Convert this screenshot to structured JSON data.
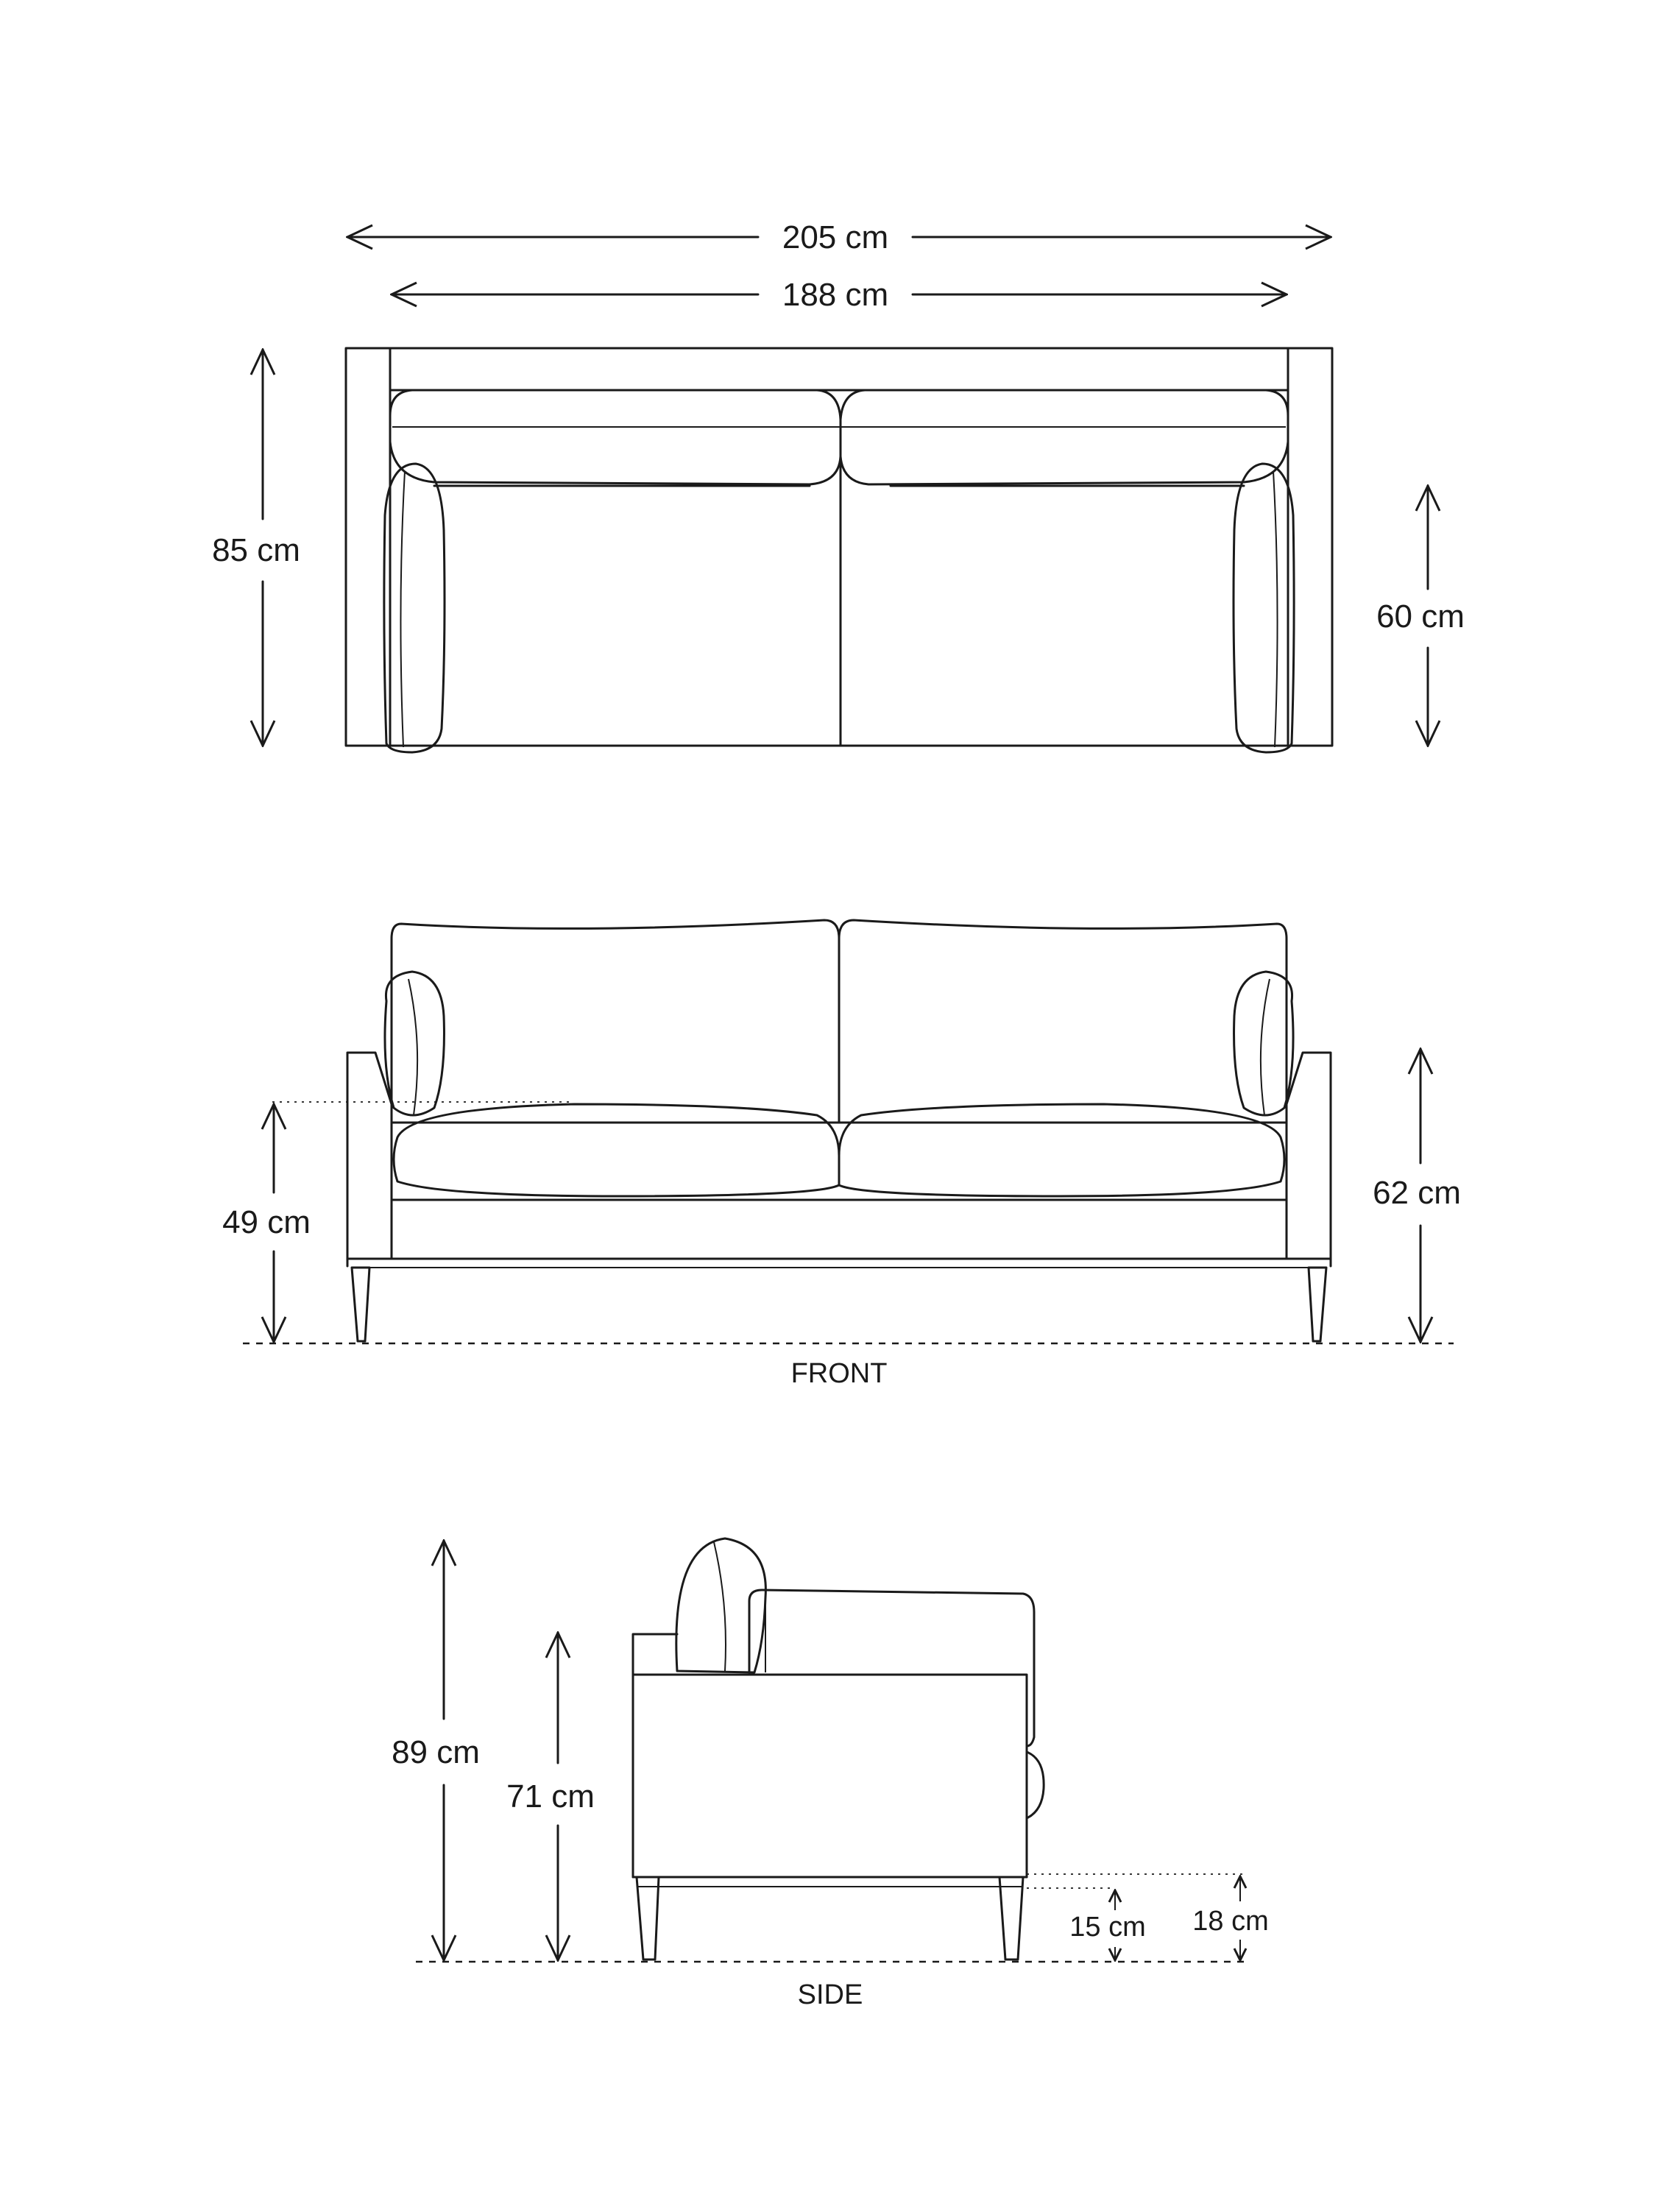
{
  "top_view": {
    "width_overall": "205 cm",
    "width_inner": "188 cm",
    "depth_overall": "85 cm",
    "seat_depth": "60 cm"
  },
  "front_view": {
    "seat_height": "49 cm",
    "arm_height": "62 cm",
    "caption": "FRONT"
  },
  "side_view": {
    "total_height": "89 cm",
    "back_height": "71 cm",
    "leg_height": "15 cm",
    "underside_height": "18 cm",
    "caption": "SIDE"
  }
}
